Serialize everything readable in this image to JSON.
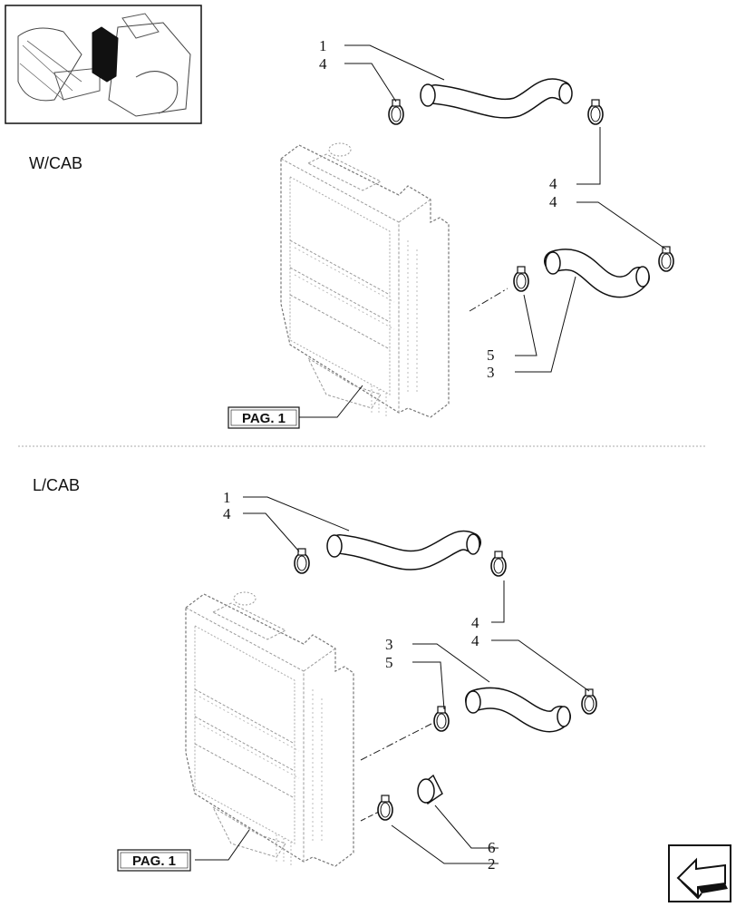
{
  "sections": {
    "top": {
      "label": "W/CAB"
    },
    "bottom": {
      "label": "L/CAB"
    }
  },
  "top_callouts": {
    "c1": "1",
    "c4a": "4",
    "c4b": "4",
    "c4c": "4",
    "c5": "5",
    "c3": "3"
  },
  "bottom_callouts": {
    "c1": "1",
    "c4a": "4",
    "c4b": "4",
    "c4c": "4",
    "c3": "3",
    "c5": "5",
    "c6": "6",
    "c2": "2"
  },
  "page_refs": {
    "top": "PAG. 1",
    "bottom": "PAG. 1"
  },
  "icons": {
    "thumbnail": "tractor-location-thumbnail-icon",
    "nav": "previous-page-arrow-icon"
  }
}
